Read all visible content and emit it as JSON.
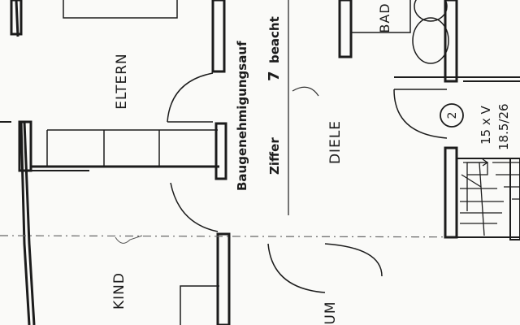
{
  "plan": {
    "paper_color": "#fafaf8",
    "ink_color": "#1c1c1c",
    "rooms": {
      "eltern": "ELTERN",
      "diele": "DIELE",
      "kind": "KIND",
      "bad": "BAD",
      "wohnraum_partial": "UM"
    },
    "stamp": {
      "line1": "Baugenehmigungsauf",
      "line2": "Ziffer",
      "line2_number": "7",
      "line2_rest": "beacht"
    },
    "stair": {
      "number": "2",
      "steps": "15 x V",
      "dimension": "18.5/26"
    }
  }
}
